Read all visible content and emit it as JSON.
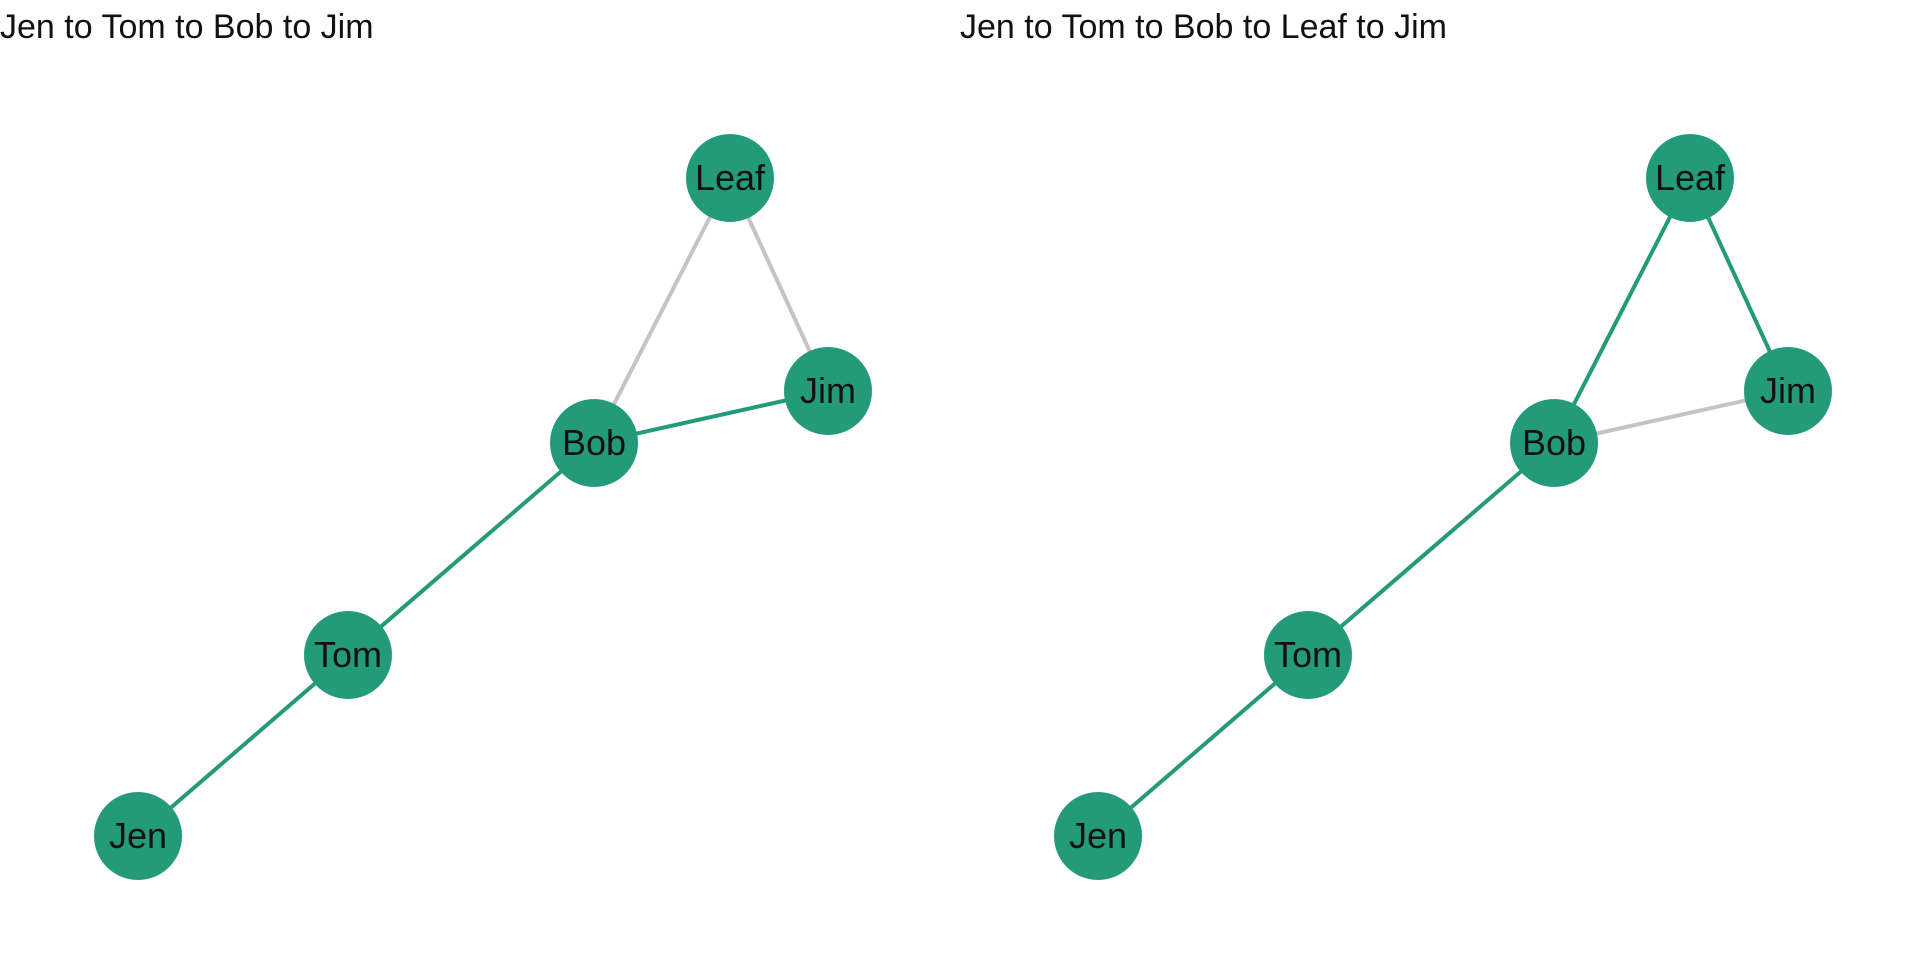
{
  "colors": {
    "node_fill": "#239a7a",
    "edge_active": "#239a7a",
    "edge_inactive": "#c4c4c4",
    "node_label": "#111111",
    "title": "#111111"
  },
  "nodes": [
    "Jen",
    "Tom",
    "Bob",
    "Jim",
    "Leaf"
  ],
  "edges": [
    [
      "Jen",
      "Tom"
    ],
    [
      "Tom",
      "Bob"
    ],
    [
      "Bob",
      "Jim"
    ],
    [
      "Bob",
      "Leaf"
    ],
    [
      "Leaf",
      "Jim"
    ]
  ],
  "panels": [
    {
      "title": "Jen to Tom to Bob to Jim",
      "path": [
        "Jen",
        "Tom",
        "Bob",
        "Jim"
      ]
    },
    {
      "title": "Jen to Tom to Bob to Leaf to Jim",
      "path": [
        "Jen",
        "Tom",
        "Bob",
        "Leaf",
        "Jim"
      ]
    }
  ]
}
